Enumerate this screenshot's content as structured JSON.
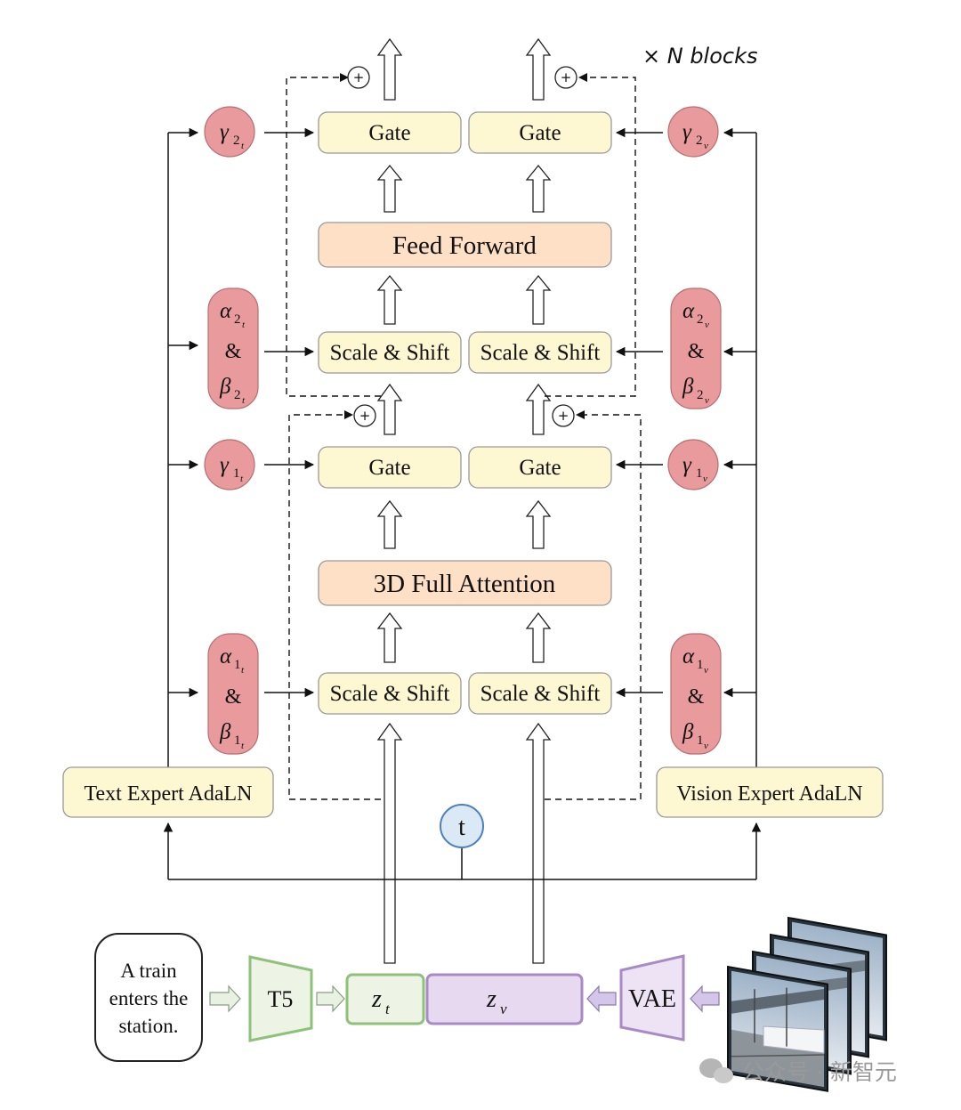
{
  "header": {
    "n_blocks": "× N blocks"
  },
  "blocks": {
    "gate_label": "Gate",
    "scale_shift_label": "Scale & Shift",
    "feed_forward": "Feed Forward",
    "attention": "3D Full Attention",
    "plus": "+"
  },
  "params": {
    "gamma": "γ",
    "alpha": "α",
    "beta": "β",
    "amp": "&",
    "one": "1",
    "two": "2",
    "t": "t",
    "v": "v"
  },
  "adaln": {
    "text": "Text Expert AdaLN",
    "vision": "Vision Expert AdaLN"
  },
  "timestep": "t",
  "bottom": {
    "prompt_lines": [
      "A train",
      "enters the",
      "station."
    ],
    "t5": "T5",
    "zt_main": "z",
    "zt_sub": "t",
    "zv_main": "z",
    "zv_sub": "v",
    "vae": "VAE"
  },
  "watermark": "公众号 · 新智元",
  "colors": {
    "block_yellow": "#fdf7d2",
    "block_orange": "#fde0c5",
    "param_pink": "#e89a9c",
    "timestep_blue": "#dbe8f6",
    "text_green": "#8ec27a",
    "vision_purple": "#a98bc4",
    "zv_fill": "#e6d9f0",
    "zt_fill": "#edf4e6"
  }
}
